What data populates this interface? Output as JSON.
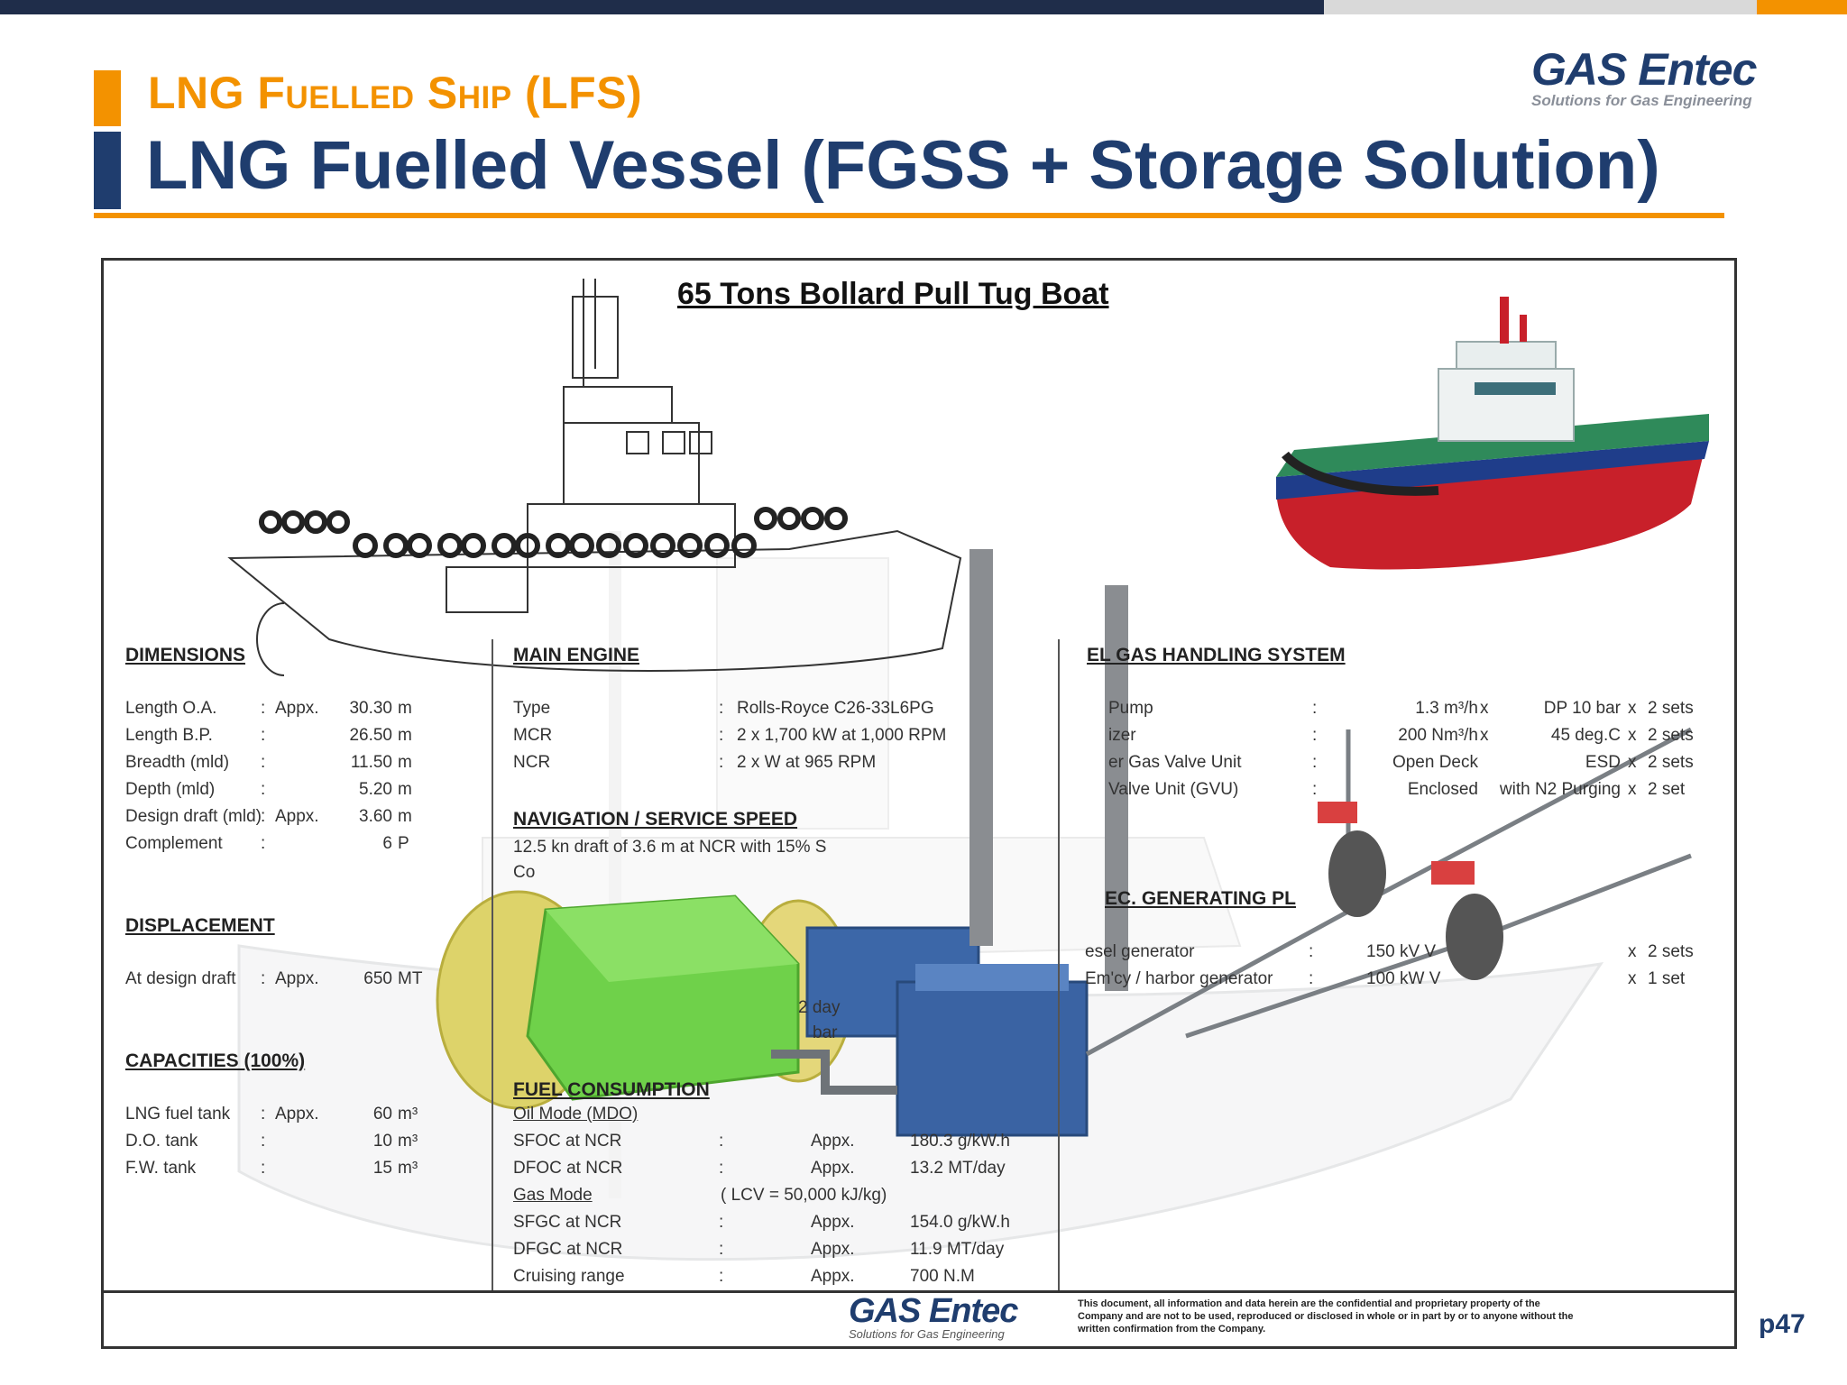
{
  "header": {
    "subtitle": "LNG Fuelled Ship (LFS)",
    "title": "LNG Fuelled Vessel (FGSS + Storage Solution)",
    "logo_main": "GAS Entec",
    "logo_tagline": "Solutions for Gas Engineering",
    "colors": {
      "accent_orange": "#f39200",
      "brand_navy": "#1f3d6e",
      "top_bar": "#1f2d4a"
    }
  },
  "sheet": {
    "title": "65 Tons Bollard Pull Tug Boat",
    "dimensions": {
      "heading": "DIMENSIONS",
      "rows": [
        {
          "label": "Length O.A.",
          "sep": ":",
          "qual": "Appx.",
          "value": "30.30",
          "unit": "m"
        },
        {
          "label": "Length B.P.",
          "sep": ":",
          "qual": "",
          "value": "26.50",
          "unit": "m"
        },
        {
          "label": "Breadth (mld)",
          "sep": ":",
          "qual": "",
          "value": "11.50",
          "unit": "m"
        },
        {
          "label": "Depth (mld)",
          "sep": ":",
          "qual": "",
          "value": "5.20",
          "unit": "m"
        },
        {
          "label": "Design draft (mld)",
          "sep": ":",
          "qual": "Appx.",
          "value": "3.60",
          "unit": "m"
        },
        {
          "label": "Complement",
          "sep": ":",
          "qual": "",
          "value": "6",
          "unit": "P"
        }
      ]
    },
    "displacement": {
      "heading": "DISPLACEMENT",
      "rows": [
        {
          "label": "At design draft",
          "sep": ":",
          "qual": "Appx.",
          "value": "650",
          "unit": "MT"
        }
      ]
    },
    "capacities": {
      "heading": "CAPACITIES (100%)",
      "rows": [
        {
          "label": "LNG fuel tank",
          "sep": ":",
          "qual": "Appx.",
          "value": "60",
          "unit": "m³"
        },
        {
          "label": "D.O. tank",
          "sep": ":",
          "qual": "",
          "value": "10",
          "unit": "m³"
        },
        {
          "label": "F.W. tank",
          "sep": ":",
          "qual": "",
          "value": "15",
          "unit": "m³"
        }
      ]
    },
    "main_engine": {
      "heading": "MAIN ENGINE",
      "rows": [
        {
          "label": "Type",
          "sep": ":",
          "value": "Rolls-Royce C26-33L6PG"
        },
        {
          "label": "MCR",
          "sep": ":",
          "value": "2 x 1,700 kW at 1,000 RPM"
        },
        {
          "label": "NCR",
          "sep": ":",
          "value": "2 x     W at 965 RPM"
        }
      ]
    },
    "navigation": {
      "heading": "NAVIGATION / SERVICE SPEED",
      "line1": "12.5 kn    draft of 3.6 m at NCR with 15% S",
      "line2": "Co"
    },
    "fuel_consumption": {
      "heading": "FUEL CONSUMPTION",
      "oil_mode": "Oil Mode (MDO)",
      "gas_mode": "Gas Mode",
      "gas_mode_note": "( LCV = 50,000 kJ/kg)",
      "oil_rows": [
        {
          "label": "SFOC at NCR",
          "sep": ":",
          "qual": "Appx.",
          "value": "180.3 g/kW.h"
        },
        {
          "label": "DFOC at NCR",
          "sep": ":",
          "qual": "Appx.",
          "value": "13.2 MT/day"
        }
      ],
      "gas_rows": [
        {
          "label": "SFGC at NCR",
          "sep": ":",
          "qual": "Appx.",
          "value": "154.0 g/kW.h"
        },
        {
          "label": "DFGC at NCR",
          "sep": ":",
          "qual": "Appx.",
          "value": "11.9 MT/day"
        },
        {
          "label": "Cruising range",
          "sep": ":",
          "qual": "Appx.",
          "value": "700  N.M"
        }
      ],
      "fragment_day": "2     day",
      "fragment_bar": "bar"
    },
    "fuel_gas": {
      "heading": "EL GAS HANDLING SYSTEM",
      "rows": [
        {
          "label": "Pump",
          "sep": ":",
          "rate": "1.3 m³/h",
          "x1": "x",
          "spec": "DP 10 bar",
          "x2": "x",
          "qty": "2 sets"
        },
        {
          "label": "izer",
          "sep": ":",
          "rate": "200 Nm³/h",
          "x1": "x",
          "spec": "45 deg.C",
          "x2": "x",
          "qty": "2 sets"
        },
        {
          "label": "er Gas Valve Unit",
          "sep": ":",
          "rate": "Open Deck",
          "x1": "",
          "spec": "ESD",
          "x2": "x",
          "qty": "2 sets"
        },
        {
          "label": "Valve Unit (GVU)",
          "sep": ":",
          "rate": "Enclosed",
          "x1": "",
          "spec": "with N2 Purging",
          "x2": "x",
          "qty": "2 set"
        }
      ]
    },
    "electric": {
      "heading": "EC. GENERATING PL",
      "rows": [
        {
          "label": "esel generator",
          "sep": ":",
          "value": "150 kV     V",
          "x": "x",
          "qty": "2 sets"
        },
        {
          "label": "Em'cy / harbor generator",
          "sep": ":",
          "value": "100 kW     V",
          "x": "x",
          "qty": "1 set"
        }
      ]
    },
    "footer_logo": "GAS Entec",
    "footer_tagline": "Solutions for Gas Engineering",
    "disclaimer": "This document, all information and data herein are the confidential and proprietary property of the Company and are not to be used, reproduced or disclosed in whole or in part by or to anyone without the written confirmation from the Company."
  },
  "page_number": "p47"
}
